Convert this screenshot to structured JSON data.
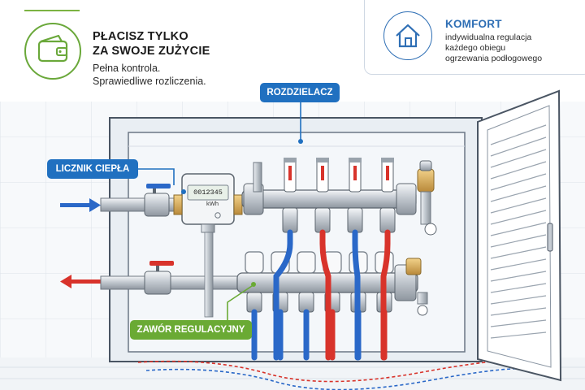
{
  "billing": {
    "title_line1": "PŁACISZ TYLKO",
    "title_line2": "ZA SWOJE ZUŻYCIE",
    "subtitle_line1": "Pełna kontrola.",
    "subtitle_line2": "Sprawiedliwe rozliczenia.",
    "icon": "wallet-icon"
  },
  "comfort": {
    "title": "KOMFORT",
    "line1": "indywidualna regulacja",
    "line2": "każdego obiegu",
    "line3": "ogrzewania podłogowego",
    "icon": "house-icon"
  },
  "labels": {
    "manifold": "ROZDZIELACZ",
    "heat_meter": "LICZNIK CIEPŁA",
    "control_valve": "ZAWÓR REGULACYJNY"
  },
  "meter": {
    "reading": "0012345",
    "unit": "kWh"
  },
  "colors": {
    "blue_label": "#2070c0",
    "green_label": "#6aaa34",
    "supply": "#2a68c8",
    "return": "#d8332b"
  }
}
